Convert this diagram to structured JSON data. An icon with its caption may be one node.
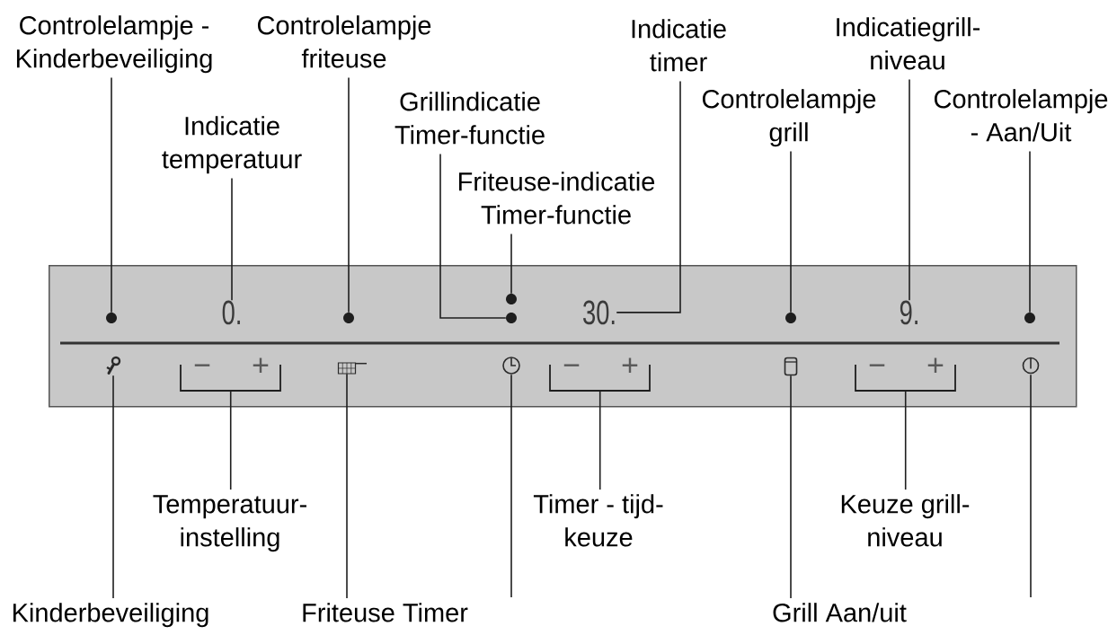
{
  "diagram": {
    "nodes": [
      {
        "text": [
          "Controlelampje - Kinderbeveiliging"
        ]
      },
      {
        "text": [
          "Controlelampje friteuse"
        ]
      },
      {
        "text": [
          "Indicatie timer"
        ]
      },
      {
        "text": [
          "Indicatiegrill- niveau"
        ]
      },
      {
        "text": [
          "Grillindicatie Timer-functie"
        ]
      },
      {
        "text": [
          "Controlelampje grill"
        ]
      },
      {
        "text": [
          "Controlelampje - Aan/Uit"
        ]
      },
      {
        "text": [
          "Indicatie temperatuur"
        ]
      },
      {
        "text": [
          "Friteuse-indicatie Timer-functie"
        ]
      },
      {
        "text": [],
        "shape": "box"
      },
      {
        "text": [],
        "shape": "circle",
        "in": 9
      },
      {
        "text": [
          "0."
        ],
        "in": 9
      },
      {
        "text": [],
        "shape": "circle",
        "in": 9
      },
      {
        "text": [],
        "shape": "circle",
        "in": 9
      },
      {
        "text": [],
        "shape": "circle",
        "in": 9
      },
      {
        "text": [
          "30."
        ],
        "in": 9
      },
      {
        "text": [],
        "shape": "circle",
        "in": 9
      },
      {
        "text": [
          "9."
        ],
        "in": 9
      },
      {
        "text": [],
        "shape": "circle",
        "in": 9
      },
      {
        "text": [],
        "shape": "picture",
        "in": 9
      },
      {
        "text": [
          "−",
          "+"
        ],
        "in": 9
      },
      {
        "text": [],
        "shape": "picture",
        "in": 9
      },
      {
        "text": [],
        "shape": "picture",
        "in": 9
      },
      {
        "text": [
          "−",
          "+"
        ],
        "in": 9
      },
      {
        "text": [],
        "shape": "picture",
        "in": 9
      },
      {
        "text": [
          "−",
          "+"
        ],
        "in": 9
      },
      {
        "text": [],
        "shape": "picture",
        "in": 9
      },
      {
        "text": [
          "Temperatuur- instelling"
        ]
      },
      {
        "text": [
          "Timer - tijd- keuze"
        ]
      },
      {
        "text": [
          "Keuze grill- niveau"
        ]
      },
      {
        "text": [
          "Kinderbeveiliging"
        ]
      },
      {
        "text": [
          "Friteuse Timer"
        ]
      },
      {
        "text": [
          "Grill Aan/uit"
        ]
      }
    ],
    "edges": [
      {
        "from": 0,
        "to": 10,
        "arrow": "none"
      },
      {
        "from": 7,
        "to": 11,
        "arrow": "none"
      },
      {
        "from": 1,
        "to": 12,
        "arrow": "none"
      },
      {
        "from": 4,
        "to": 14,
        "arrow": "none"
      },
      {
        "from": 8,
        "to": 13,
        "arrow": "none"
      },
      {
        "from": 2,
        "to": 15,
        "arrow": "none"
      },
      {
        "from": 5,
        "to": 16,
        "arrow": "none"
      },
      {
        "from": 3,
        "to": 17,
        "arrow": "none"
      },
      {
        "from": 6,
        "to": 18,
        "arrow": "none"
      },
      {
        "from": 30,
        "to": 19,
        "arrow": "none"
      },
      {
        "from": 27,
        "to": 20,
        "arrow": "none"
      },
      {
        "from": 31,
        "to": 21,
        "arrow": "none"
      },
      {
        "from": null,
        "to": 22,
        "arrow": "none"
      },
      {
        "from": 28,
        "to": 23,
        "arrow": "none"
      },
      {
        "from": 32,
        "to": 24,
        "arrow": "none"
      },
      {
        "from": 29,
        "to": 25,
        "arrow": "none"
      },
      {
        "from": null,
        "to": 26,
        "arrow": "none"
      }
    ]
  }
}
